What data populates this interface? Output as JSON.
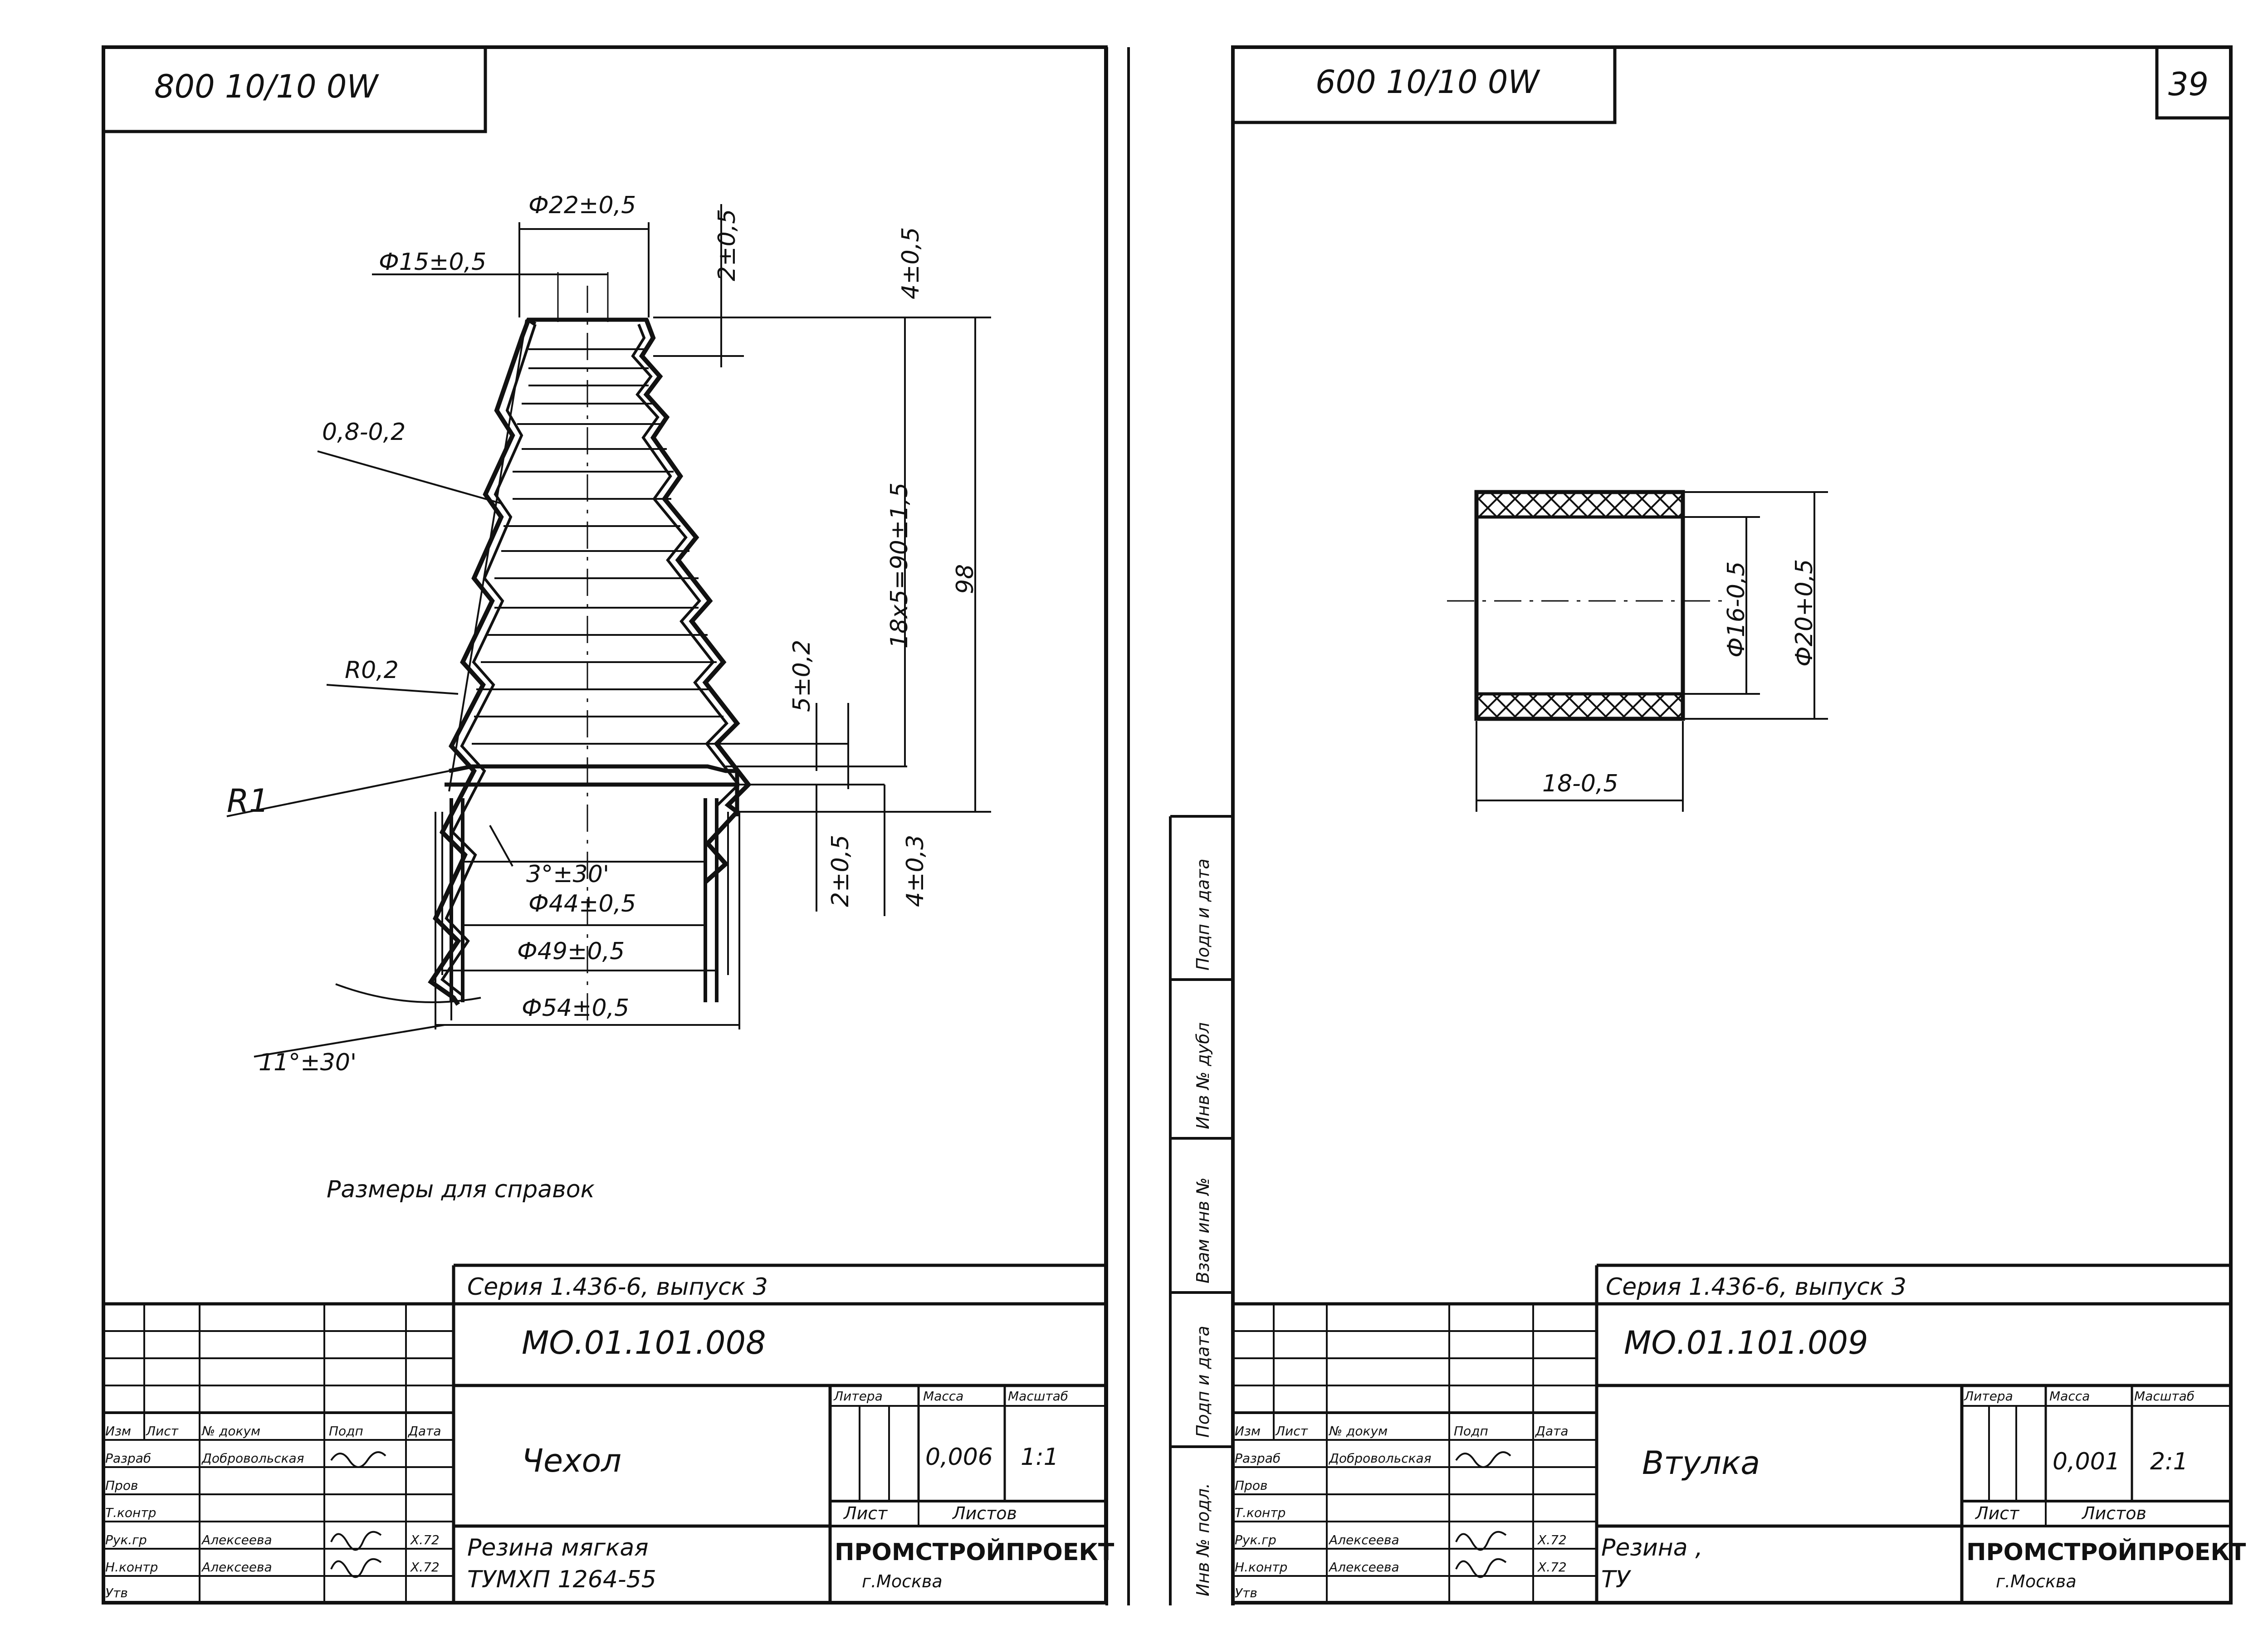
{
  "left_sheet": {
    "code_top": "800 10/10 0W",
    "title": {
      "series": "Серия 1.436-6, выпуск 3",
      "doc_number": "МО.01.101.008",
      "part_name": "Чехол",
      "material_line1": "Резина мягкая",
      "material_line2": "ТУМХП 1264-55",
      "mass": "0,006",
      "scale": "1:1",
      "org": "ПРОМСТРОЙПРОЕКТ",
      "city": "г.Москва"
    },
    "block_headers": {
      "litera": "Литера",
      "massa": "Масса",
      "masshtab": "Масштаб",
      "list": "Лист",
      "listov": "Листов"
    },
    "signature_rows": {
      "header": [
        "Изм",
        "Лист",
        "№ докум",
        "Подп",
        "Дата"
      ],
      "roles": [
        "Разраб",
        "Пров",
        "Т.контр",
        "Рук.гр",
        "Н.контр",
        "Утв"
      ],
      "names": [
        "Добровольская",
        "",
        "",
        "Алексеева",
        "Алексеева",
        ""
      ],
      "dates": [
        "",
        "",
        "",
        "X.72",
        "X.72",
        ""
      ]
    },
    "dimensions": {
      "d_top_outer": "Ф22±0,5",
      "d_top_inner": "Ф15±0,5",
      "top_thick": "2±0,5",
      "top_offset": "4±0,5",
      "wall": "0,8-0,2",
      "pitch_total": "18х5=90±1,5",
      "height": "98",
      "pitch": "5±0,2",
      "radius_inner": "R0,2",
      "radius": "R1",
      "bottom_thick": "2±0,5",
      "bottom_offset": "4±0,3",
      "angle_small": "3°±30'",
      "d_44": "Ф44±0,5",
      "d_49": "Ф49±0,5",
      "d_54": "Ф54±0,5",
      "angle_big": "11°±30'",
      "note": "Размеры для справок"
    }
  },
  "right_sheet": {
    "code_top": "600 10/10 0W",
    "sheet_number": "39",
    "title": {
      "series": "Серия 1.436-6, выпуск 3",
      "doc_number": "МО.01.101.009",
      "part_name": "Втулка",
      "material_line1": "Резина ,",
      "material_line2": "ТУ",
      "mass": "0,001",
      "scale": "2:1",
      "org": "ПРОМСТРОЙПРОЕКТ",
      "city": "г.Москва"
    },
    "block_headers": {
      "litera": "Литера",
      "massa": "Масса",
      "masshtab": "Масштаб",
      "list": "Лист",
      "listov": "Листов"
    },
    "signature_rows": {
      "header": [
        "Изм",
        "Лист",
        "№ докум",
        "Подп",
        "Дата"
      ],
      "roles": [
        "Разраб",
        "Пров",
        "Т.контр",
        "Рук.гр",
        "Н.контр",
        "Утв"
      ],
      "names": [
        "Добровольская",
        "",
        "",
        "Алексеева",
        "Алексеева",
        ""
      ],
      "dates": [
        "",
        "",
        "",
        "X.72",
        "X.72",
        ""
      ]
    },
    "dimensions": {
      "d_inner": "Ф16-0,5",
      "d_outer": "Ф20+0,5",
      "length": "18-0,5"
    }
  },
  "side_strip": [
    "Инв № подл.",
    "Подп и дата",
    "Взам инв №",
    "Инв № дубл",
    "Подп и дата"
  ],
  "colors": {
    "ink": "#111111",
    "paper": "#ffffff"
  }
}
